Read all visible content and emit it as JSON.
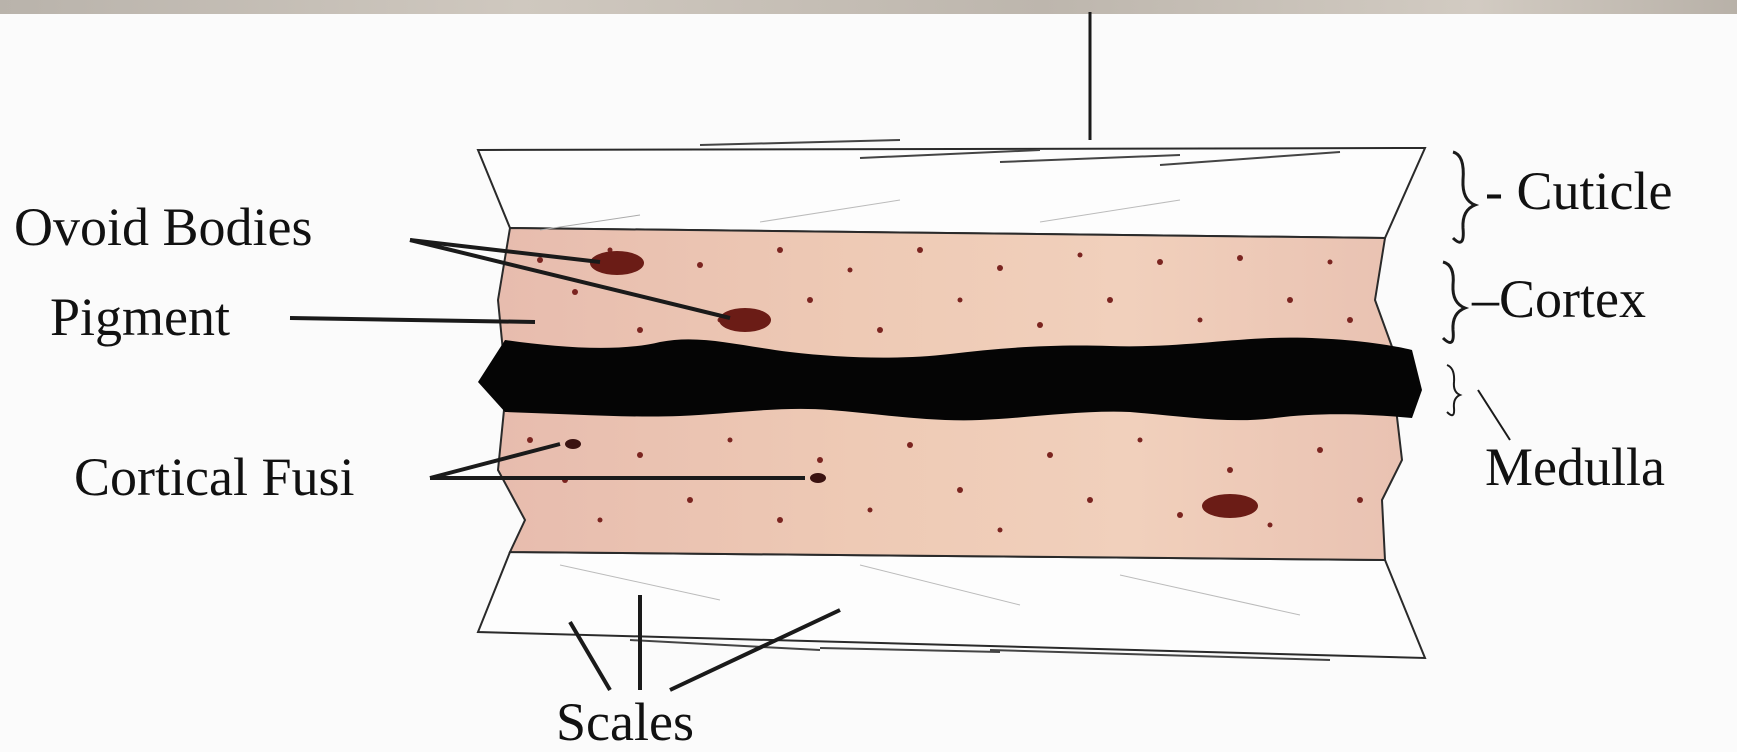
{
  "labels": {
    "ovoid_bodies": "Ovoid Bodies",
    "pigment": "Pigment",
    "cortical_fusi": "Cortical Fusi",
    "scales": "Scales",
    "cuticle": "- Cuticle",
    "cortex": "–Cortex",
    "medulla": "Medulla"
  },
  "colors": {
    "cortex_fill": "#ecc6b6",
    "medulla_fill": "#050505",
    "pigment_dot": "#7a2420",
    "ovoid_body": "#6b1c16",
    "outline": "#1a1a1a",
    "background": "#fbfbfb"
  }
}
